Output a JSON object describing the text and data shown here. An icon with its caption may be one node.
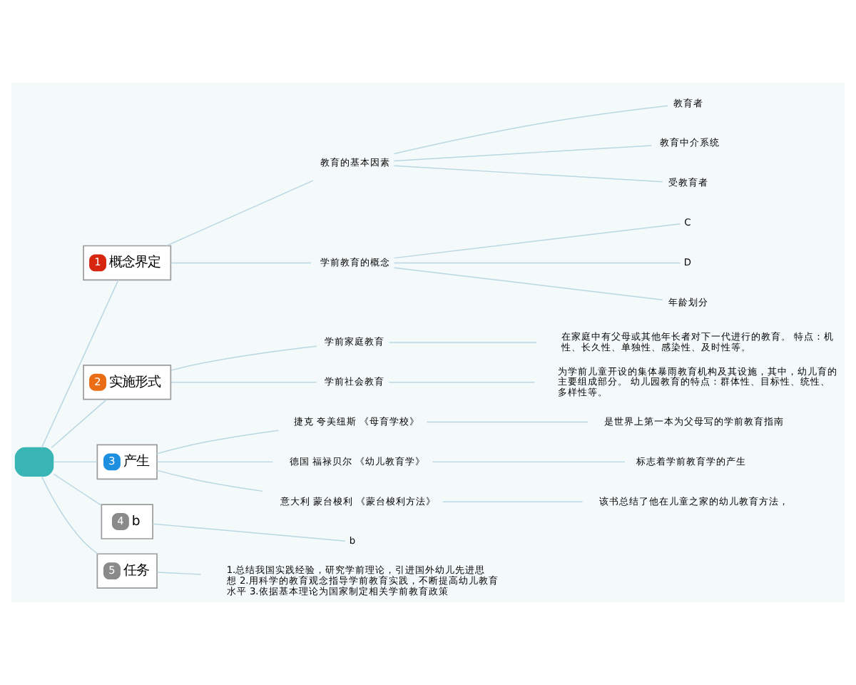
{
  "diagram": {
    "nodes": [
      {
        "text": [],
        "shape": "box"
      },
      {
        "text": [
          "1",
          "概念界定"
        ]
      },
      {
        "text": [
          "教育的基本因素"
        ]
      },
      {
        "text": [
          "教育者"
        ]
      },
      {
        "text": [
          "教育中介系统"
        ]
      },
      {
        "text": [
          "受教育者"
        ]
      },
      {
        "text": [
          "学前教育的概念"
        ]
      },
      {
        "text": [
          "C"
        ]
      },
      {
        "text": [
          "D"
        ]
      },
      {
        "text": [
          "年龄划分"
        ]
      },
      {
        "text": [
          "2",
          "实施形式"
        ]
      },
      {
        "text": [
          "学前家庭教育"
        ]
      },
      {
        "text": [
          "在家庭中有父母或其他年长者对下一代进行的教育。 特点：机性、长久性、单独性、感染性、及时性等。"
        ]
      },
      {
        "text": [
          "学前社会教育"
        ]
      },
      {
        "text": [
          "为学前儿童开设的集体暴雨教育机构及其设施，其中，幼儿育的主要组成部分。 幼儿园教育的特点：群体性、目标性、统性、多样性等。"
        ]
      },
      {
        "text": [
          "3",
          "产生"
        ]
      },
      {
        "text": [
          "捷克 夸美纽斯 《母育学校》"
        ]
      },
      {
        "text": [
          "是世界上第一本为父母写的学前教育指南"
        ]
      },
      {
        "text": [
          "德国 福禄贝尔 《幼儿教育学》"
        ]
      },
      {
        "text": [
          "标志着学前教育学的产生"
        ]
      },
      {
        "text": [
          "意大利 蒙台梭利 《蒙台梭利方法》"
        ]
      },
      {
        "text": [
          "该书总结了他在儿童之家的幼儿教育方法，"
        ]
      },
      {
        "text": [
          "4",
          "b"
        ]
      },
      {
        "text": [
          "b"
        ]
      },
      {
        "text": [
          "5",
          "任务"
        ]
      },
      {
        "text": [
          "1.总结我国实践经验，研究学前理论，引进国外幼儿先进思想 2.用科学的教育观念指导学前教育实践，不断提高幼儿教育水平 3.依据基本理论为国家制定相关学前教育政策"
        ]
      }
    ],
    "edges": [
      {
        "from": 0,
        "to": 1,
        "arrow": "none"
      },
      {
        "from": 1,
        "to": 2,
        "arrow": "none"
      },
      {
        "from": 2,
        "to": 3,
        "arrow": "none"
      },
      {
        "from": 2,
        "to": 4,
        "arrow": "none"
      },
      {
        "from": 2,
        "to": 5,
        "arrow": "none"
      },
      {
        "from": 1,
        "to": 6,
        "arrow": "none"
      },
      {
        "from": 6,
        "to": 7,
        "arrow": "none"
      },
      {
        "from": 6,
        "to": 8,
        "arrow": "none"
      },
      {
        "from": 6,
        "to": 9,
        "arrow": "none"
      },
      {
        "from": 0,
        "to": 10,
        "arrow": "none"
      },
      {
        "from": 10,
        "to": 11,
        "arrow": "none"
      },
      {
        "from": 11,
        "to": 12,
        "arrow": "none"
      },
      {
        "from": 10,
        "to": 13,
        "arrow": "none"
      },
      {
        "from": 13,
        "to": 14,
        "arrow": "none"
      },
      {
        "from": 0,
        "to": 15,
        "arrow": "none"
      },
      {
        "from": 15,
        "to": 16,
        "arrow": "none"
      },
      {
        "from": 16,
        "to": 17,
        "arrow": "none"
      },
      {
        "from": 15,
        "to": 18,
        "arrow": "none"
      },
      {
        "from": 18,
        "to": 19,
        "arrow": "none"
      },
      {
        "from": 15,
        "to": 20,
        "arrow": "none"
      },
      {
        "from": 20,
        "to": 21,
        "arrow": "none"
      },
      {
        "from": 0,
        "to": 22,
        "arrow": "none"
      },
      {
        "from": 22,
        "to": 23,
        "arrow": "none"
      },
      {
        "from": 0,
        "to": 24,
        "arrow": "none"
      },
      {
        "from": 24,
        "to": 25,
        "arrow": "none"
      }
    ]
  }
}
